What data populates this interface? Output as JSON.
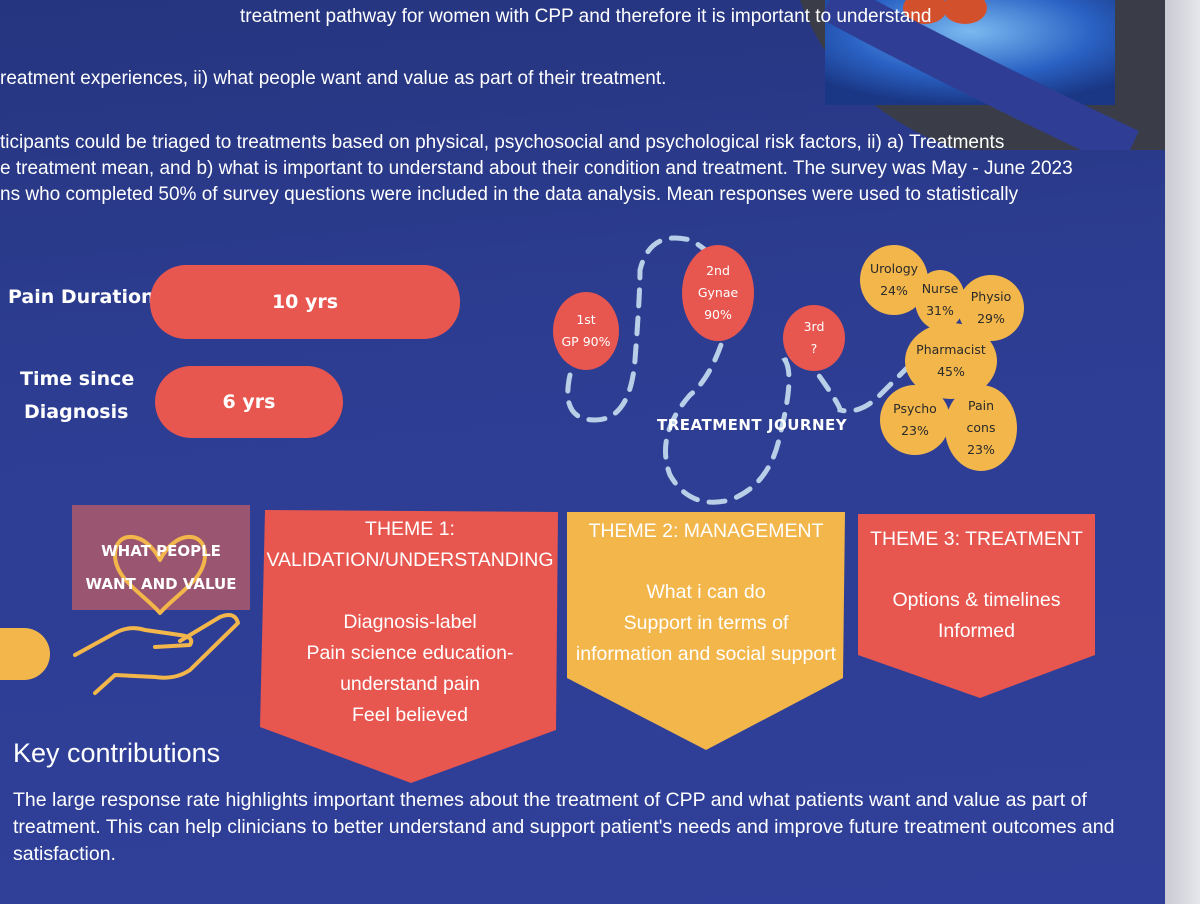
{
  "intro": {
    "line1": "treatment pathway for women with CPP and therefore it is important to understand",
    "line2": "reatment experiences, ii) what people want and value as part of their treatment.",
    "line3": "ticipants could be triaged to treatments based on physical, psychosocial and psychological risk factors, ii) a) Treatments",
    "line4": "e treatment mean, and b) what is important to understand about their condition and treatment. The survey was May - June 2023",
    "line5": "ns who completed    50% of survey questions were included in the data analysis. Mean responses were used to statistically"
  },
  "stats": {
    "pain_duration_label": "Pain Duration",
    "pain_duration_value": "10 yrs",
    "time_since_label_1": "Time since",
    "time_since_label_2": "Diagnosis",
    "time_since_value": "6 yrs"
  },
  "journey": {
    "title": "TREATMENT JOURNEY",
    "first": [
      "1st",
      "GP 90%"
    ],
    "second": [
      "2nd",
      "Gynae",
      "90%"
    ],
    "third": [
      "3rd",
      "?"
    ]
  },
  "professionals": {
    "urology": [
      "Urology",
      "24%"
    ],
    "nurse": [
      "Nurse",
      "31%"
    ],
    "physio": [
      "Physio",
      "29%"
    ],
    "pharmacist": [
      "Pharmacist",
      "45%"
    ],
    "psycho": [
      "Psycho",
      "23%"
    ],
    "pain_cons": [
      "Pain",
      "cons",
      "23%"
    ]
  },
  "colors": {
    "poster_bg": "#2c3b8f",
    "coral": "#e7564f",
    "amber": "#f2b64b"
  },
  "what_people_want": {
    "line1": "WHAT PEOPLE",
    "line2": "WANT AND VALUE"
  },
  "themes": {
    "t1": {
      "title1": "THEME 1:",
      "title2": "VALIDATION/UNDERSTANDING",
      "items": [
        "Diagnosis-label",
        "Pain science education-",
        "understand pain",
        "Feel believed"
      ]
    },
    "t2": {
      "title": "THEME 2: MANAGEMENT",
      "items": [
        "What i can do",
        "Support in terms of",
        "information and social support"
      ]
    },
    "t3": {
      "title": "THEME 3: TREATMENT",
      "items": [
        "Options & timelines",
        "Informed"
      ]
    }
  },
  "key_contributions": {
    "title": "Key contributions",
    "body": "The large response rate highlights important themes about the treatment of CPP and what patients want and value as part of treatment. This can help clinicians to better understand and support patient's needs and improve future treatment outcomes and satisfaction."
  }
}
